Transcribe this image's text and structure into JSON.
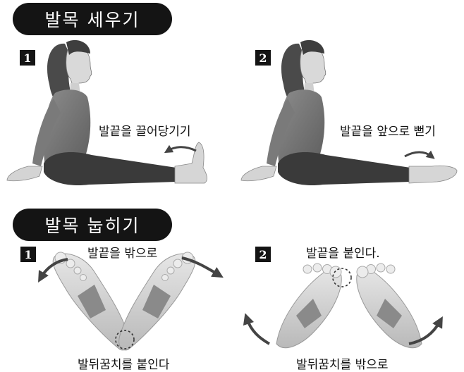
{
  "section1": {
    "title": "발목 세우기",
    "step1": {
      "num": "1",
      "caption": "발끝을 끌어당기기"
    },
    "step2": {
      "num": "2",
      "caption": "발끝을 앞으로 뻗기"
    }
  },
  "section2": {
    "title": "발목 눕히기",
    "step1": {
      "num": "1",
      "caption_top": "발끝을 밖으로",
      "caption_bottom": "발뒤꿈치를 붙인다"
    },
    "step2": {
      "num": "2",
      "caption_top": "발끝을 붙인다.",
      "caption_bottom": "발뒤꿈치를 밖으로"
    }
  }
}
